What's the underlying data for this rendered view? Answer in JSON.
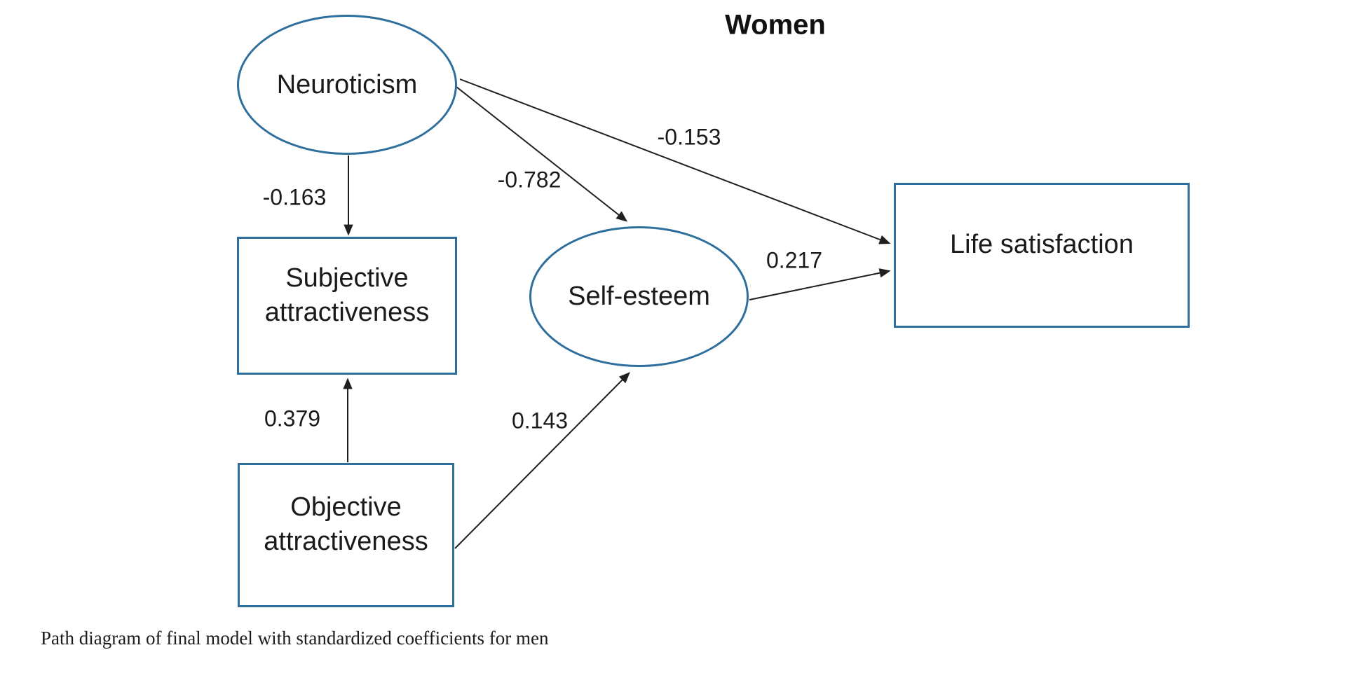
{
  "title": "Women",
  "caption": "Path diagram of final model with standardized coefficients for men",
  "colors": {
    "node_border": "#2e6f9e",
    "edge": "#1f1f1f",
    "text": "#1a1a1a",
    "background": "#ffffff"
  },
  "nodes": {
    "neuroticism": {
      "label": "Neuroticism",
      "shape": "ellipse"
    },
    "subjective": {
      "label": "Subjective attractiveness",
      "shape": "rect"
    },
    "objective": {
      "label": "Objective attractiveness",
      "shape": "rect"
    },
    "self_esteem": {
      "label": "Self-esteem",
      "shape": "ellipse"
    },
    "life_satisfaction": {
      "label": "Life satisfaction",
      "shape": "rect"
    }
  },
  "edges": [
    {
      "from": "Neuroticism",
      "to": "Subjective attractiveness",
      "coefficient": "-0.163"
    },
    {
      "from": "Neuroticism",
      "to": "Self-esteem",
      "coefficient": "-0.782"
    },
    {
      "from": "Neuroticism",
      "to": "Life satisfaction",
      "coefficient": "-0.153"
    },
    {
      "from": "Objective attractiveness",
      "to": "Subjective attractiveness",
      "coefficient": "0.379"
    },
    {
      "from": "Objective attractiveness",
      "to": "Self-esteem",
      "coefficient": "0.143"
    },
    {
      "from": "Self-esteem",
      "to": "Life satisfaction",
      "coefficient": "0.217"
    }
  ]
}
